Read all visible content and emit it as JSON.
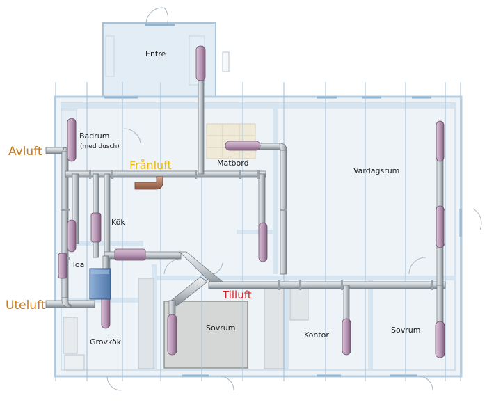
{
  "rooms": {
    "entre": "Entre",
    "badrum": "Badrum",
    "badrum_sub": "(med dusch)",
    "matbord": "Matbord",
    "vardagsrum": "Vardagsrum",
    "kok": "Kök",
    "toa": "Toa",
    "grovkok": "Grovkök",
    "sovrum_1": "Sovrum",
    "kontor": "Kontor",
    "sovrum_2": "Sovrum"
  },
  "flows": {
    "avluft": "Avluft",
    "franluft": "Frånluft",
    "uteluft": "Uteluft",
    "tilluft": "Tilluft"
  },
  "colors": {
    "wall": "#bcd3e6",
    "floor": "#eef3f8",
    "duct": "#c9cfd4",
    "valve": "#b795b4",
    "unit": "#6e93c2",
    "extract_label": "#e8b71c",
    "exhaust_label": "#c87a1c",
    "supply_label": "#d8262a"
  }
}
